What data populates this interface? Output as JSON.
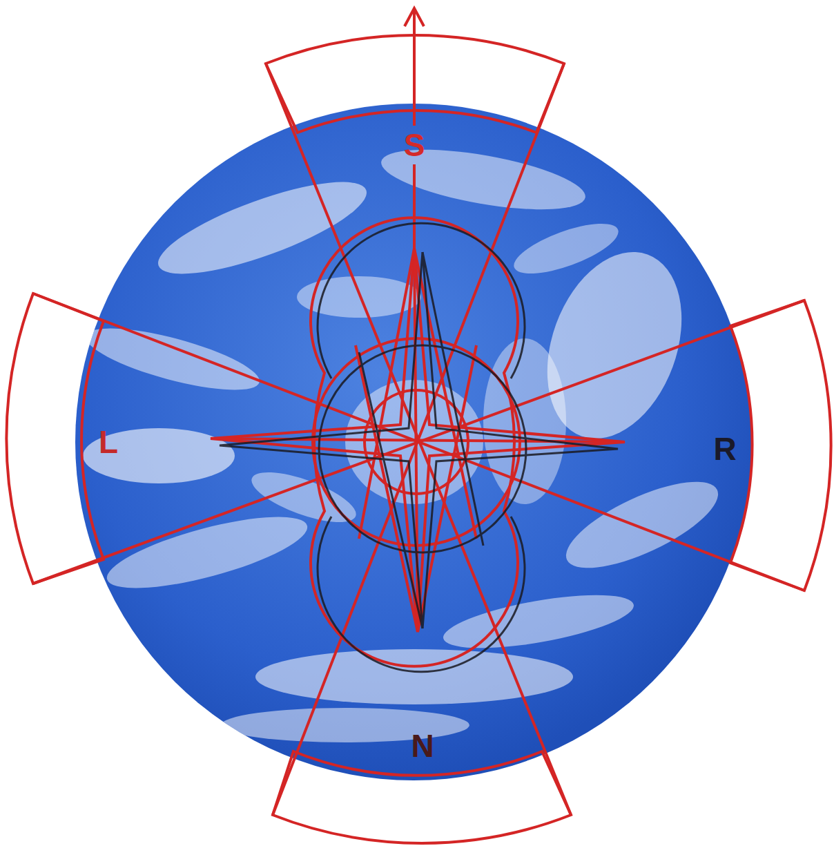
{
  "diagram": {
    "labels": [
      "S",
      "L",
      "R",
      "N"
    ]
  }
}
